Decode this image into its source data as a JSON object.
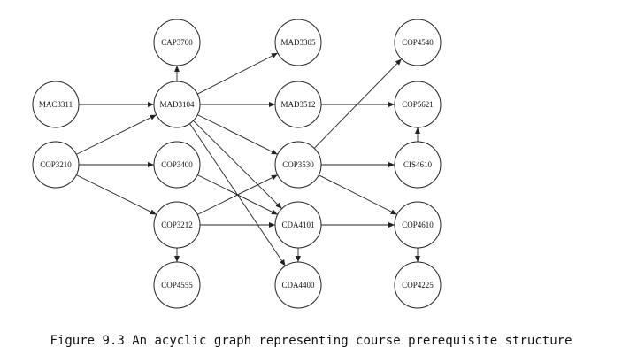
{
  "nodes": [
    {
      "id": "CAP3700",
      "label": "CAP3700"
    },
    {
      "id": "MAC3311",
      "label": "MAC3311"
    },
    {
      "id": "MAD3104",
      "label": "MAD3104"
    },
    {
      "id": "COP3210",
      "label": "COP3210"
    },
    {
      "id": "COP3400",
      "label": "COP3400"
    },
    {
      "id": "COP3212",
      "label": "COP3212"
    },
    {
      "id": "COP4555",
      "label": "COP4555"
    },
    {
      "id": "MAD3305",
      "label": "MAD3305"
    },
    {
      "id": "MAD3512",
      "label": "MAD3512"
    },
    {
      "id": "COP3530",
      "label": "COP3530"
    },
    {
      "id": "CDA4101",
      "label": "CDA4101"
    },
    {
      "id": "CDA4400",
      "label": "CDA4400"
    },
    {
      "id": "COP4540",
      "label": "COP4540"
    },
    {
      "id": "COP5621",
      "label": "COP5621"
    },
    {
      "id": "CIS4610",
      "label": "CIS4610"
    },
    {
      "id": "COP4610",
      "label": "COP4610"
    },
    {
      "id": "COP4225",
      "label": "COP4225"
    }
  ],
  "edges": [
    {
      "from": "MAC3311",
      "to": "MAD3104"
    },
    {
      "from": "MAD3104",
      "to": "CAP3700"
    },
    {
      "from": "MAD3104",
      "to": "MAD3305"
    },
    {
      "from": "MAD3104",
      "to": "MAD3512"
    },
    {
      "from": "MAD3104",
      "to": "COP3530"
    },
    {
      "from": "MAD3104",
      "to": "CDA4101"
    },
    {
      "from": "MAD3104",
      "to": "CDA4400"
    },
    {
      "from": "COP3210",
      "to": "MAD3104"
    },
    {
      "from": "COP3210",
      "to": "COP3400"
    },
    {
      "from": "COP3210",
      "to": "COP3212"
    },
    {
      "from": "COP3400",
      "to": "CDA4101"
    },
    {
      "from": "COP3212",
      "to": "COP3530"
    },
    {
      "from": "COP3212",
      "to": "CDA4101"
    },
    {
      "from": "COP3212",
      "to": "COP4555"
    },
    {
      "from": "MAD3512",
      "to": "COP5621"
    },
    {
      "from": "COP3530",
      "to": "COP4540"
    },
    {
      "from": "COP3530",
      "to": "CIS4610"
    },
    {
      "from": "COP3530",
      "to": "COP4610"
    },
    {
      "from": "CDA4101",
      "to": "CDA4400"
    },
    {
      "from": "CDA4101",
      "to": "COP4610"
    },
    {
      "from": "CIS4610",
      "to": "COP5621"
    },
    {
      "from": "COP4610",
      "to": "COP4225"
    }
  ],
  "caption": "Figure 9.3 An acyclic graph representing course prerequisite structure"
}
